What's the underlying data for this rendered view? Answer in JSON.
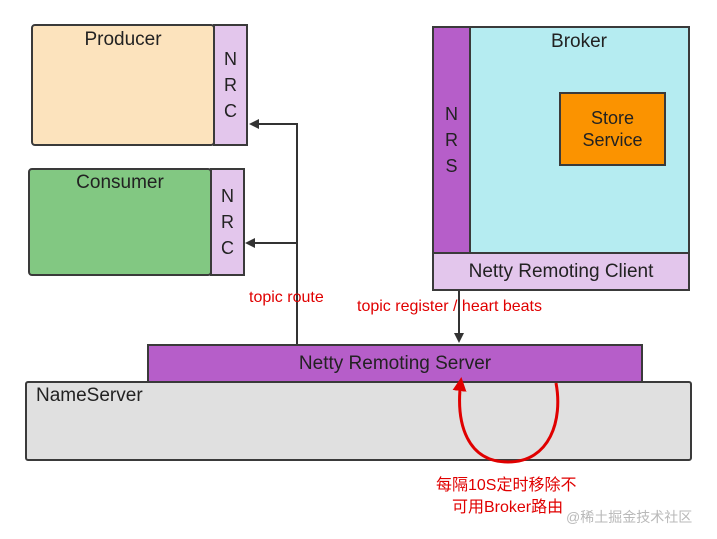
{
  "producer": {
    "title": "Producer",
    "side_letters": [
      "N",
      "R",
      "C"
    ]
  },
  "consumer": {
    "title": "Consumer",
    "side_letters": [
      "N",
      "R",
      "C"
    ]
  },
  "broker": {
    "title": "Broker",
    "side_letters": [
      "N",
      "R",
      "S"
    ],
    "store_service": {
      "line1": "Store",
      "line2": "Service"
    },
    "client_label": "Netty Remoting Client"
  },
  "nameserver": {
    "title": "NameServer",
    "server_label": "Netty Remoting Server"
  },
  "annotations": {
    "topic_route": "topic route",
    "topic_register": "topic register / heart beats",
    "removal_line1": "每隔10S定时移除不",
    "removal_line2": "可用Broker路由"
  },
  "watermark": "@稀土掘金技术社区",
  "colors": {
    "producer_fill": "#fce3bd",
    "consumer_fill": "#82c882",
    "nrc_fill": "#e3c6ec",
    "nrs_fill": "#b65ec9",
    "broker_fill": "#b5ecf1",
    "store_fill": "#fb9300",
    "nameserver_fill": "#e0e0e0",
    "arrow_dark": "#333333",
    "annotation_red": "#e00000"
  }
}
